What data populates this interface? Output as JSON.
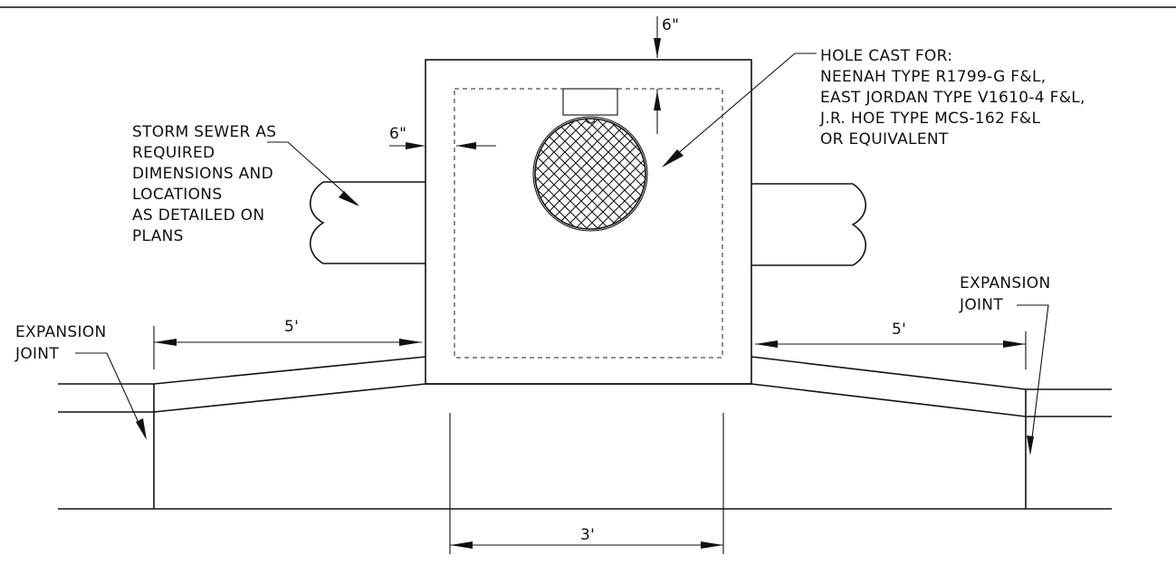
{
  "labels": {
    "storm_sewer": [
      "STORM SEWER AS",
      "REQUIRED",
      "DIMENSIONS AND",
      "LOCATIONS",
      "AS DETAILED ON",
      "PLANS"
    ],
    "hole_cast": [
      "HOLE CAST FOR:",
      "NEENAH TYPE R1799-G F&L,",
      "EAST JORDAN TYPE V1610-4 F&L,",
      "J.R. HOE TYPE MCS-162 F&L",
      "OR EQUIVALENT"
    ],
    "expansion_joint_left": [
      "EXPANSION",
      "JOINT"
    ],
    "expansion_joint_right": [
      "EXPANSION",
      "JOINT"
    ]
  },
  "dimensions": {
    "top_wall": "6\"",
    "side_wall": "6\"",
    "left_span": "5'",
    "right_span": "5'",
    "bottom_width": "3'"
  }
}
